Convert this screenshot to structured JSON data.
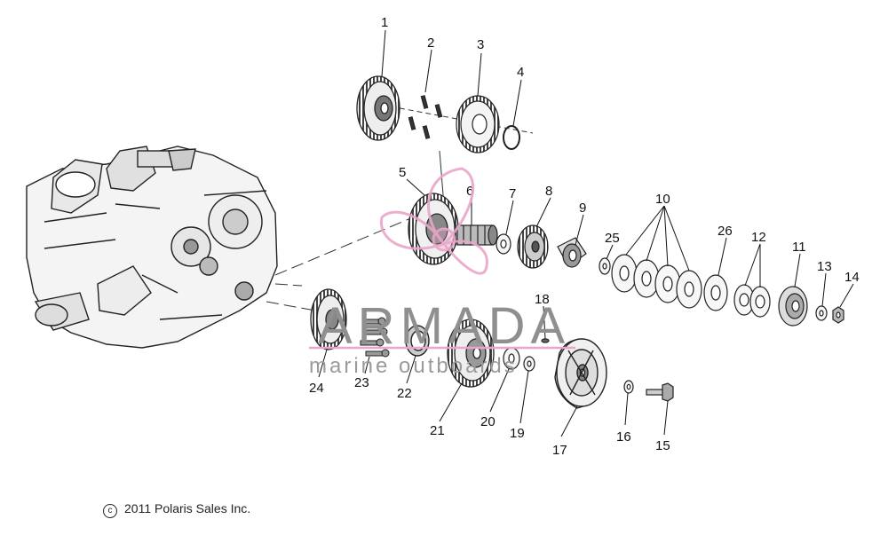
{
  "callouts": [
    "1",
    "2",
    "3",
    "4",
    "5",
    "6",
    "7",
    "8",
    "9",
    "10",
    "11",
    "12",
    "13",
    "14",
    "15",
    "16",
    "17",
    "18",
    "19",
    "20",
    "21",
    "22",
    "23",
    "24",
    "25",
    "26"
  ],
  "watermark": {
    "title": "ARMADA",
    "subtitle": "marine outboards",
    "color_accent": "#e9a6c9",
    "color_text": "#8f8f8f"
  },
  "copyright": {
    "symbol": "c",
    "text": "2011 Polaris Sales Inc."
  }
}
